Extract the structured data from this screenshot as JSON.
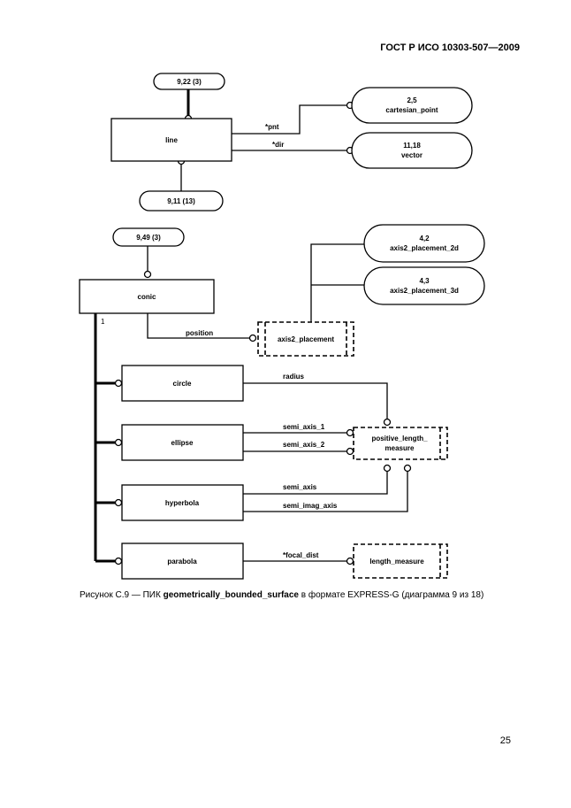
{
  "header": {
    "doc_id": "ГОСТ Р ИСО 10303-507—2009"
  },
  "diagram": {
    "refs": {
      "r1": "9,22 (3)",
      "r2": "9,11 (13)",
      "r3": "9,49 (3)",
      "cartesian": {
        "line1": "2,5",
        "line2": "cartesian_point"
      },
      "vector": {
        "line1": "11,18",
        "line2": "vector"
      },
      "ax2d": {
        "line1": "4,2",
        "line2": "axis2_placement_2d"
      },
      "ax3d": {
        "line1": "4,3",
        "line2": "axis2_placement_3d"
      }
    },
    "entities": {
      "line": "line",
      "conic": "conic",
      "circle": "circle",
      "ellipse": "ellipse",
      "hyperbola": "hyperbola",
      "parabola": "parabola"
    },
    "types": {
      "axis2_placement": "axis2_placement",
      "positive_length_measure": {
        "line1": "positive_length_",
        "line2": "measure"
      },
      "length_measure": "length_measure"
    },
    "attributes": {
      "pnt": "*pnt",
      "dir": "*dir",
      "position": "position",
      "radius": "radius",
      "semi_axis_1": "semi_axis_1",
      "semi_axis_2": "semi_axis_2",
      "semi_axis": "semi_axis",
      "semi_imag_axis": "semi_imag_axis",
      "focal_dist": "*focal_dist",
      "supertype_count": "1"
    }
  },
  "caption": {
    "prefix": "Рисунок С.9 — ПИК ",
    "schema": "geometrically_bounded_surface",
    "suffix": " в формате EXPRESS-G (диаграмма  9 из 18)"
  },
  "page_number": "25"
}
